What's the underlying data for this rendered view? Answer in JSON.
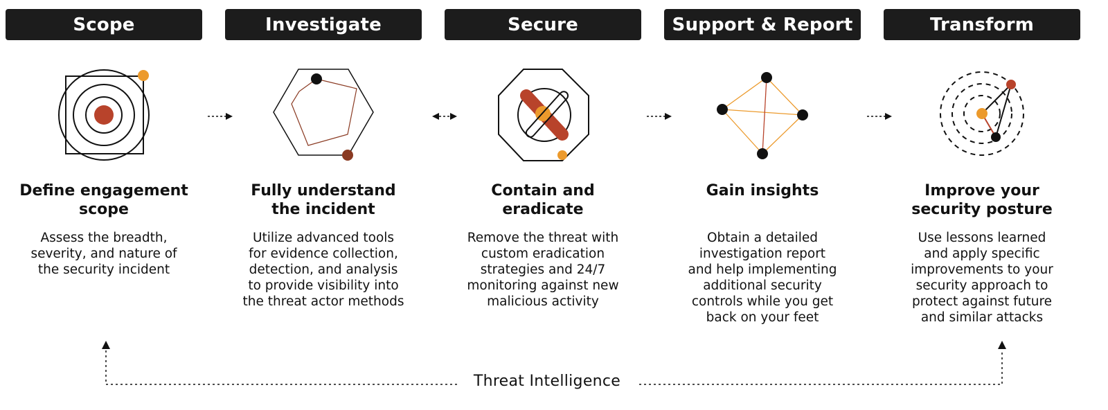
{
  "phases": [
    {
      "tab": "Scope",
      "title_lines": [
        "Define engagement",
        "scope"
      ],
      "desc_lines": [
        "Assess the breadth,",
        "severity, and nature of",
        "the security incident"
      ]
    },
    {
      "tab": "Investigate",
      "title_lines": [
        "Fully understand",
        "the incident"
      ],
      "desc_lines": [
        "Utilize advanced tools",
        "for evidence collection,",
        "detection, and analysis",
        "to provide visibility into",
        "the threat actor methods"
      ]
    },
    {
      "tab": "Secure",
      "title_lines": [
        "Contain and",
        "eradicate"
      ],
      "desc_lines": [
        "Remove the threat with",
        "custom eradication",
        "strategies and 24/7",
        "monitoring against new",
        "malicious activity"
      ]
    },
    {
      "tab": "Support & Report",
      "title_lines": [
        "Gain insights"
      ],
      "desc_lines": [
        "Obtain a detailed",
        "investigation report",
        "and help implementing",
        "additional security",
        "controls while you get",
        "back on your feet"
      ]
    },
    {
      "tab": "Transform",
      "title_lines": [
        "Improve your",
        "security posture"
      ],
      "desc_lines": [
        "Use lessons learned",
        "and apply specific",
        "improvements to your",
        "security approach to",
        "protect against future",
        "and similar attacks"
      ]
    }
  ],
  "icons": [
    "target-icon",
    "hexagon-icon",
    "octagon-icon",
    "network-icon",
    "radar-icon"
  ],
  "loop_label": "Threat Intelligence",
  "colors": {
    "dark": "#1c1c1c",
    "red": "#b8432b",
    "orange": "#ec9a2c",
    "brown": "#8a3a22"
  }
}
